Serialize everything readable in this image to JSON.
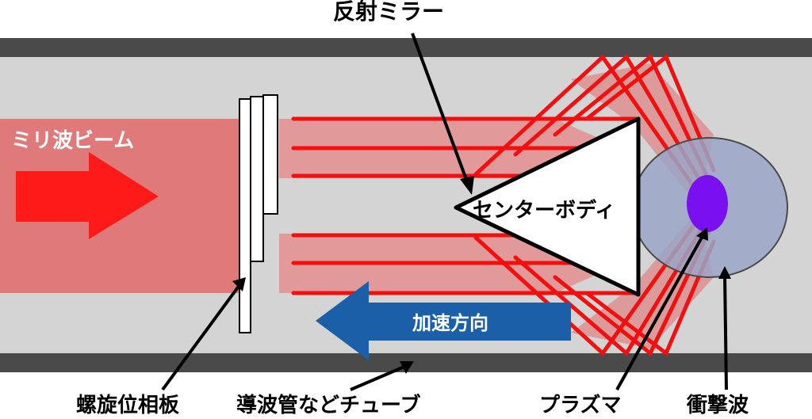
{
  "labels": {
    "mirror": "反射ミラー",
    "beam": "ミリ波ビーム",
    "center_body": "センターボディ",
    "accel": "加速方向",
    "phase_plate": "螺旋位相板",
    "tube": "導波管などチューブ",
    "plasma": "プラズマ",
    "shock": "衝撃波"
  },
  "colors": {
    "tube_wall": "#4a4a4a",
    "tube_inner": "#d4d4d4",
    "beam_fill": "#e07a7a",
    "beam_line": "#f20f0f",
    "big_arrow": "#ff1a1a",
    "accel_arrow": "#1a5fa8",
    "shock": "#9aa6c8",
    "plasma": "#7a10f0"
  },
  "icons": [
    "beam-direction-arrow-icon",
    "acceleration-arrow-icon"
  ]
}
